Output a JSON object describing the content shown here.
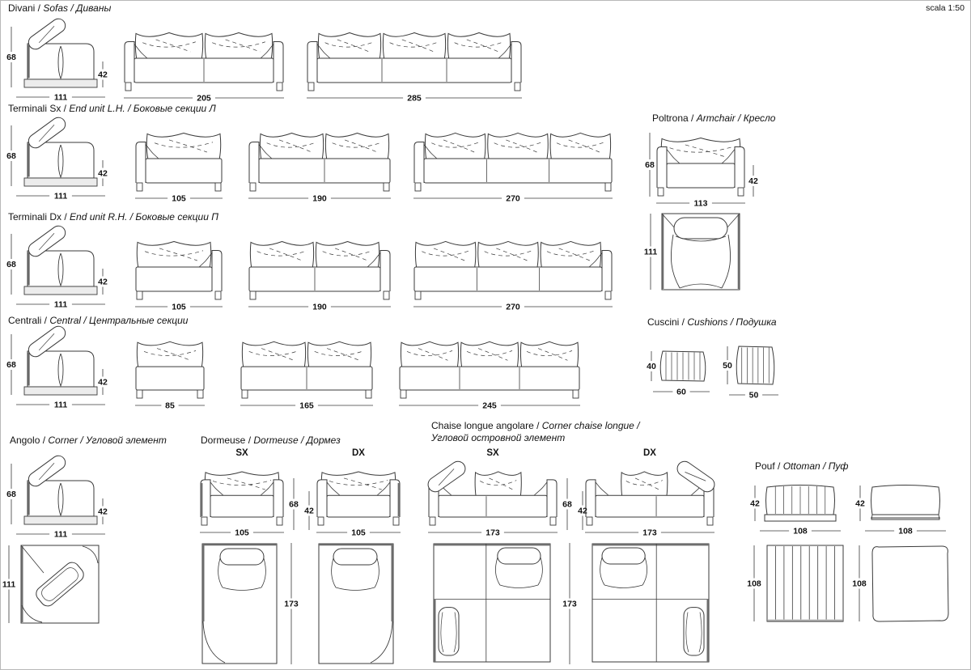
{
  "header": {
    "title_it": "Divani / ",
    "title_en": "Sofas / ",
    "title_ru": "Диваны",
    "scale": "scala 1:50"
  },
  "labels": {
    "sx": "SX",
    "dx": "DX"
  },
  "sections": {
    "terminali_sx": {
      "it": "Terminali Sx / ",
      "en": "End unit L.H. / ",
      "ru": "Боковые секции Л"
    },
    "terminali_dx": {
      "it": "Terminali Dx / ",
      "en": "End unit R.H. / ",
      "ru": "Боковые секции П"
    },
    "centrali": {
      "it": "Centrali / ",
      "en": "Central / ",
      "ru": "Центральные секции"
    },
    "poltrona": {
      "it": "Poltrona / ",
      "en": "Armchair / ",
      "ru": "Кресло"
    },
    "cuscini": {
      "it": "Cuscini / ",
      "en": "Cushions / ",
      "ru": "Подушка"
    },
    "angolo": {
      "it": "Angolo / ",
      "en": "Corner / ",
      "ru": "Угловой элемент"
    },
    "dormeuse": {
      "it": "Dormeuse / ",
      "en": "Dormeuse / ",
      "ru": "Дормез"
    },
    "chaise": {
      "it": "Chaise longue angolare / ",
      "en": "Corner chaise longue / ",
      "ru": "Угловой островной элемент"
    },
    "pouf": {
      "it": "Pouf / ",
      "en": "Ottoman / ",
      "ru": "Пуф"
    }
  },
  "diagrams": {
    "divani_side": {
      "kind": "side",
      "d_h": "68",
      "d_w": "111",
      "d_s": "42"
    },
    "divani_2": {
      "kind": "front",
      "n": 2,
      "arms": "both",
      "d_w": "205"
    },
    "divani_3": {
      "kind": "front",
      "n": 3,
      "arms": "both",
      "d_w": "285"
    },
    "tsx_side": {
      "kind": "side",
      "d_h": "68",
      "d_w": "111",
      "d_s": "42"
    },
    "tsx_1": {
      "kind": "front",
      "n": 1,
      "arms": "left",
      "d_w": "105"
    },
    "tsx_2": {
      "kind": "front",
      "n": 2,
      "arms": "left",
      "d_w": "190"
    },
    "tsx_3": {
      "kind": "front",
      "n": 3,
      "arms": "left",
      "d_w": "270"
    },
    "tdx_side": {
      "kind": "side",
      "d_h": "68",
      "d_w": "111",
      "d_s": "42"
    },
    "tdx_1": {
      "kind": "front",
      "n": 1,
      "arms": "right",
      "d_w": "105"
    },
    "tdx_2": {
      "kind": "front",
      "n": 2,
      "arms": "right",
      "d_w": "190"
    },
    "tdx_3": {
      "kind": "front",
      "n": 3,
      "arms": "right",
      "d_w": "270"
    },
    "c_side": {
      "kind": "side",
      "d_h": "68",
      "d_w": "111",
      "d_s": "42"
    },
    "c_1": {
      "kind": "front",
      "n": 1,
      "arms": "none",
      "d_w": "85"
    },
    "c_2": {
      "kind": "front",
      "n": 2,
      "arms": "none",
      "d_w": "165"
    },
    "c_3": {
      "kind": "front",
      "n": 3,
      "arms": "none",
      "d_w": "245"
    },
    "poltrona_front": {
      "kind": "front",
      "n": 1,
      "arms": "both",
      "d_w": "113",
      "d_h": "68",
      "d_s": "42"
    },
    "poltrona_top": {
      "kind": "arm_top",
      "d_h": "111"
    },
    "cuscino_60": {
      "kind": "cushion",
      "d_h": "40",
      "d_w": "60"
    },
    "cuscino_50": {
      "kind": "cushion",
      "d_h": "50",
      "d_w": "50"
    },
    "angolo_side": {
      "kind": "side",
      "d_h": "68",
      "d_w": "111",
      "d_s": "42"
    },
    "angolo_top": {
      "kind": "corner_top",
      "d_h": "111"
    },
    "dorm_sx": {
      "kind": "front",
      "n": 1,
      "arms": "both",
      "d_w": "105",
      "dark": "left"
    },
    "dorm_dx": {
      "kind": "front",
      "n": 1,
      "arms": "both",
      "d_w": "105",
      "dark": "right"
    },
    "dorm_v68": {
      "kind": "vdim",
      "label": "68"
    },
    "dorm_v42": {
      "kind": "vdim",
      "label": "42"
    },
    "dorm_v173": {
      "kind": "vdim",
      "label": "173"
    },
    "dorm_top_sx": {
      "kind": "dorm_top",
      "side": "left"
    },
    "dorm_top_dx": {
      "kind": "dorm_top",
      "side": "right"
    },
    "chaise_sx": {
      "kind": "front",
      "n": 1,
      "arms": "both",
      "d_w": "173",
      "diag": "left",
      "div": 0.44
    },
    "chaise_dx": {
      "kind": "front",
      "n": 1,
      "arms": "both",
      "d_w": "173",
      "diag": "right",
      "div": 0.56
    },
    "chaise_v68": {
      "kind": "vdim",
      "label": "68"
    },
    "chaise_v42": {
      "kind": "vdim",
      "label": "42"
    },
    "chaise_v173": {
      "kind": "vdim",
      "label": "173"
    },
    "chaise_top_sx": {
      "kind": "chaise_top",
      "side": "left"
    },
    "chaise_top_dx": {
      "kind": "chaise_top",
      "side": "right"
    },
    "pouf_front_striped": {
      "kind": "pouf_front",
      "striped": true,
      "d_h": "42",
      "d_w": "108"
    },
    "pouf_front_plain": {
      "kind": "pouf_front",
      "striped": false,
      "d_h": "42",
      "d_w": "108"
    },
    "pouf_top_striped": {
      "kind": "pouf_top",
      "striped": true,
      "d_h": "108"
    },
    "pouf_top_plain": {
      "kind": "pouf_top",
      "striped": false,
      "d_h": "108"
    }
  }
}
